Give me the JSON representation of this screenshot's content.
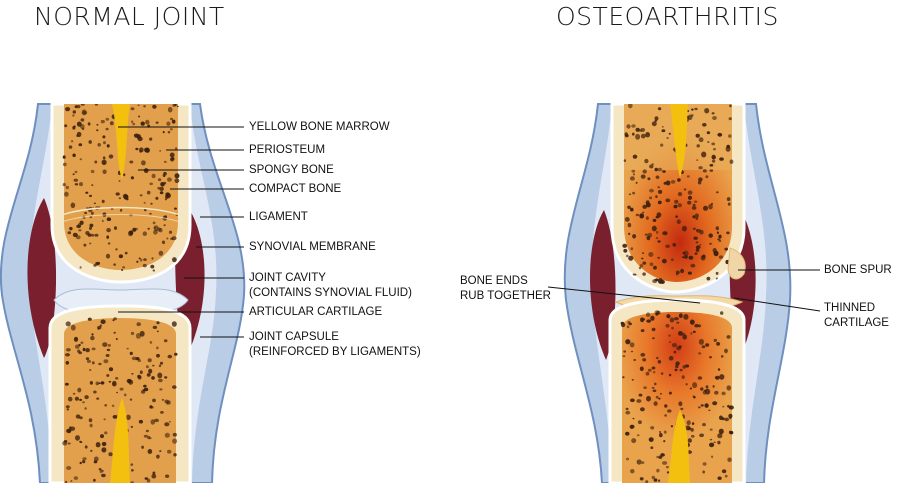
{
  "titles": {
    "normal": "NORMAL JOINT",
    "oa": "OSTEOARTHRITIS"
  },
  "normal_labels": {
    "yellow_marrow": "YELLOW BONE MARROW",
    "periosteum": "PERIOSTEUM",
    "spongy_bone": "SPONGY BONE",
    "compact_bone": "COMPACT BONE",
    "ligament": "LIGAMENT",
    "synovial_membrane": "SYNOVIAL MEMBRANE",
    "joint_cavity_1": "JOINT CAVITY",
    "joint_cavity_2": "(CONTAINS SYNOVIAL FLUID)",
    "articular_cartilage": "ARTICULAR CARTILAGE",
    "joint_capsule_1": "JOINT CAPSULE",
    "joint_capsule_2": "(REINFORCED BY LIGAMENTS)"
  },
  "oa_labels": {
    "bone_ends_1": "BONE ENDS",
    "bone_ends_2": "RUB TOGETHER",
    "bone_spur": "BONE SPUR",
    "thinned_1": "THINNED",
    "thinned_2": "CARTILAGE"
  },
  "colors": {
    "capsule": "#b9cde6",
    "capsule_edge": "#6f8fbf",
    "synovial": "#7a1f2e",
    "compact_bone": "#f6e7c4",
    "spongy_bone": "#e3a04c",
    "marrow": "#f4c010",
    "cartilage": "#e8eef7",
    "inflamed": "#d9461a",
    "pores": "#3a1e0c"
  }
}
